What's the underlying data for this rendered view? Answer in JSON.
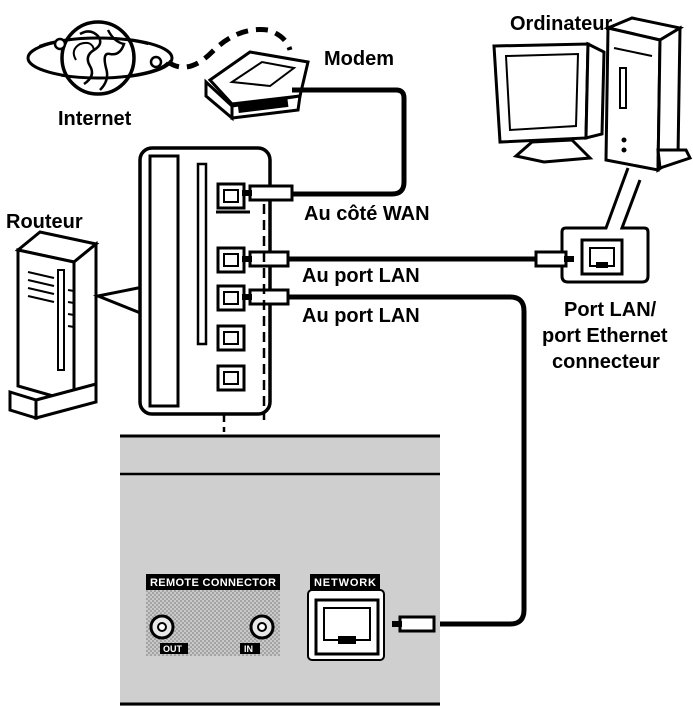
{
  "labels": {
    "internet": "Internet",
    "modem": "Modem",
    "ordinateur": "Ordinateur",
    "routeur": "Routeur",
    "wan": "Au côté WAN",
    "lan_port_1": "Au port LAN",
    "lan_port_2": "Au port LAN",
    "port_lan_line1": "Port LAN/",
    "port_lan_line2": "port Ethernet",
    "port_lan_line3": "connecteur"
  },
  "device_panel": {
    "remote_connector": "REMOTE CONNECTOR",
    "remote_out": "OUT",
    "remote_in": "IN",
    "network": "NETWORK"
  }
}
